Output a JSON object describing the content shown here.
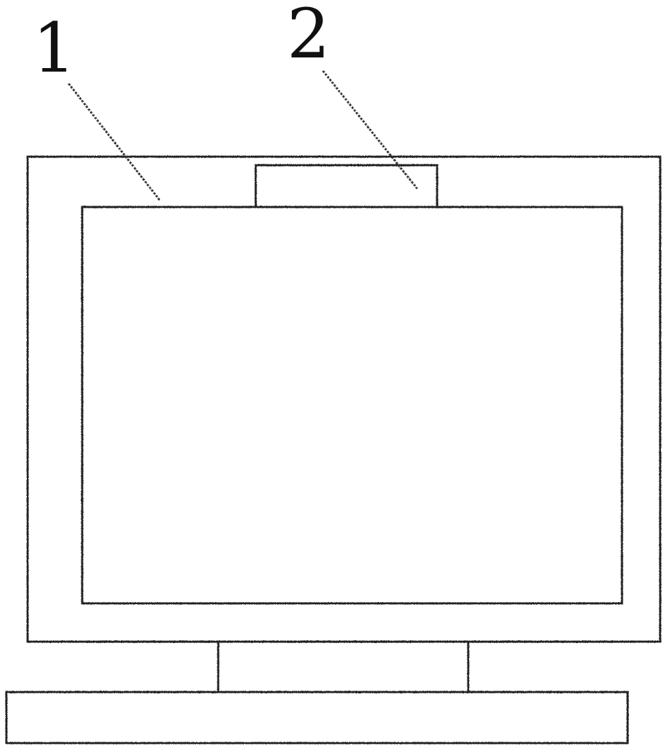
{
  "figure": {
    "background": "#ffffff",
    "stroke_color": "#222222",
    "reference_labels": [
      {
        "id": "1",
        "text": "1"
      },
      {
        "id": "2",
        "text": "2"
      }
    ]
  }
}
